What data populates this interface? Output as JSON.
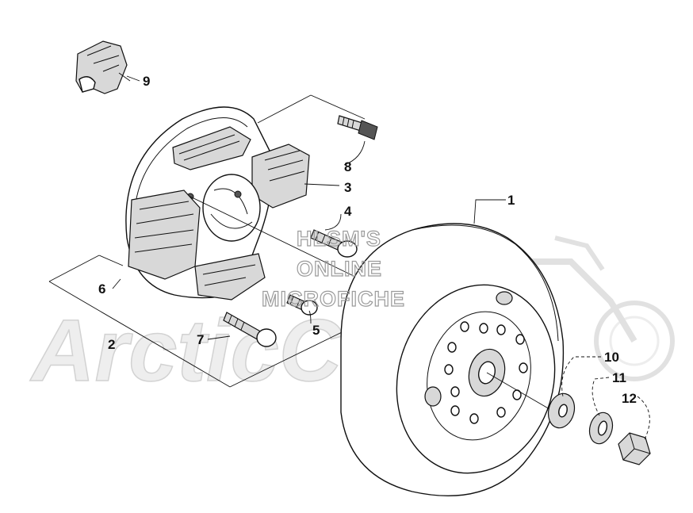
{
  "watermark": {
    "line1": "HLSM'S",
    "line2": "ONLINE",
    "line3": "MICROFICHE",
    "brand": "ArcticCat"
  },
  "callouts": {
    "c1": "1",
    "c2": "2",
    "c3": "3",
    "c4": "4",
    "c5": "5",
    "c6": "6",
    "c7": "7",
    "c8": "8",
    "c9": "9",
    "c10": "10",
    "c11": "11",
    "c12": "12"
  }
}
